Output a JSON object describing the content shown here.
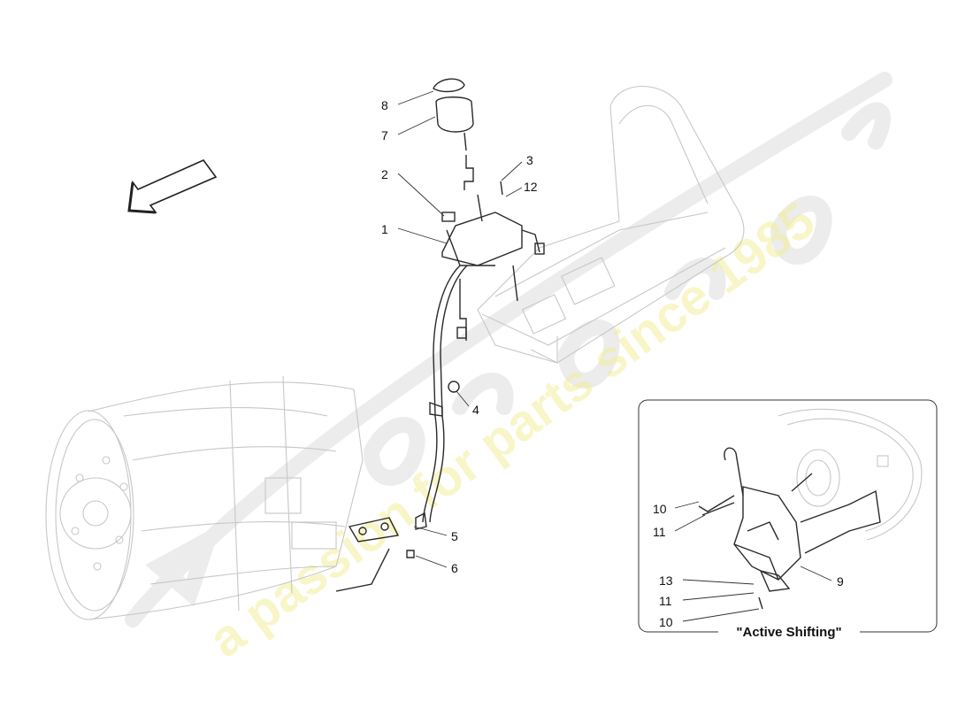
{
  "watermark": {
    "slogan": "a passion for parts since 1985"
  },
  "callouts_main": [
    {
      "id": "c8",
      "text": "8"
    },
    {
      "id": "c7",
      "text": "7"
    },
    {
      "id": "c3",
      "text": "3"
    },
    {
      "id": "c12",
      "text": "12"
    },
    {
      "id": "c2",
      "text": "2"
    },
    {
      "id": "c1",
      "text": "1"
    },
    {
      "id": "c4",
      "text": "4"
    },
    {
      "id": "c5",
      "text": "5"
    },
    {
      "id": "c6",
      "text": "6"
    }
  ],
  "inset": {
    "title": "\"Active Shifting\"",
    "callouts": [
      {
        "id": "i10a",
        "text": "10"
      },
      {
        "id": "i11a",
        "text": "11"
      },
      {
        "id": "i9",
        "text": "9"
      },
      {
        "id": "i13",
        "text": "13"
      },
      {
        "id": "i11b",
        "text": "11"
      },
      {
        "id": "i10b",
        "text": "10"
      }
    ]
  },
  "colors": {
    "line_art": "#2a2a2a",
    "ghost_art": "#c7c7c7",
    "watermark_text": "#f3ef9c",
    "watermark_logo": "#ececec"
  }
}
